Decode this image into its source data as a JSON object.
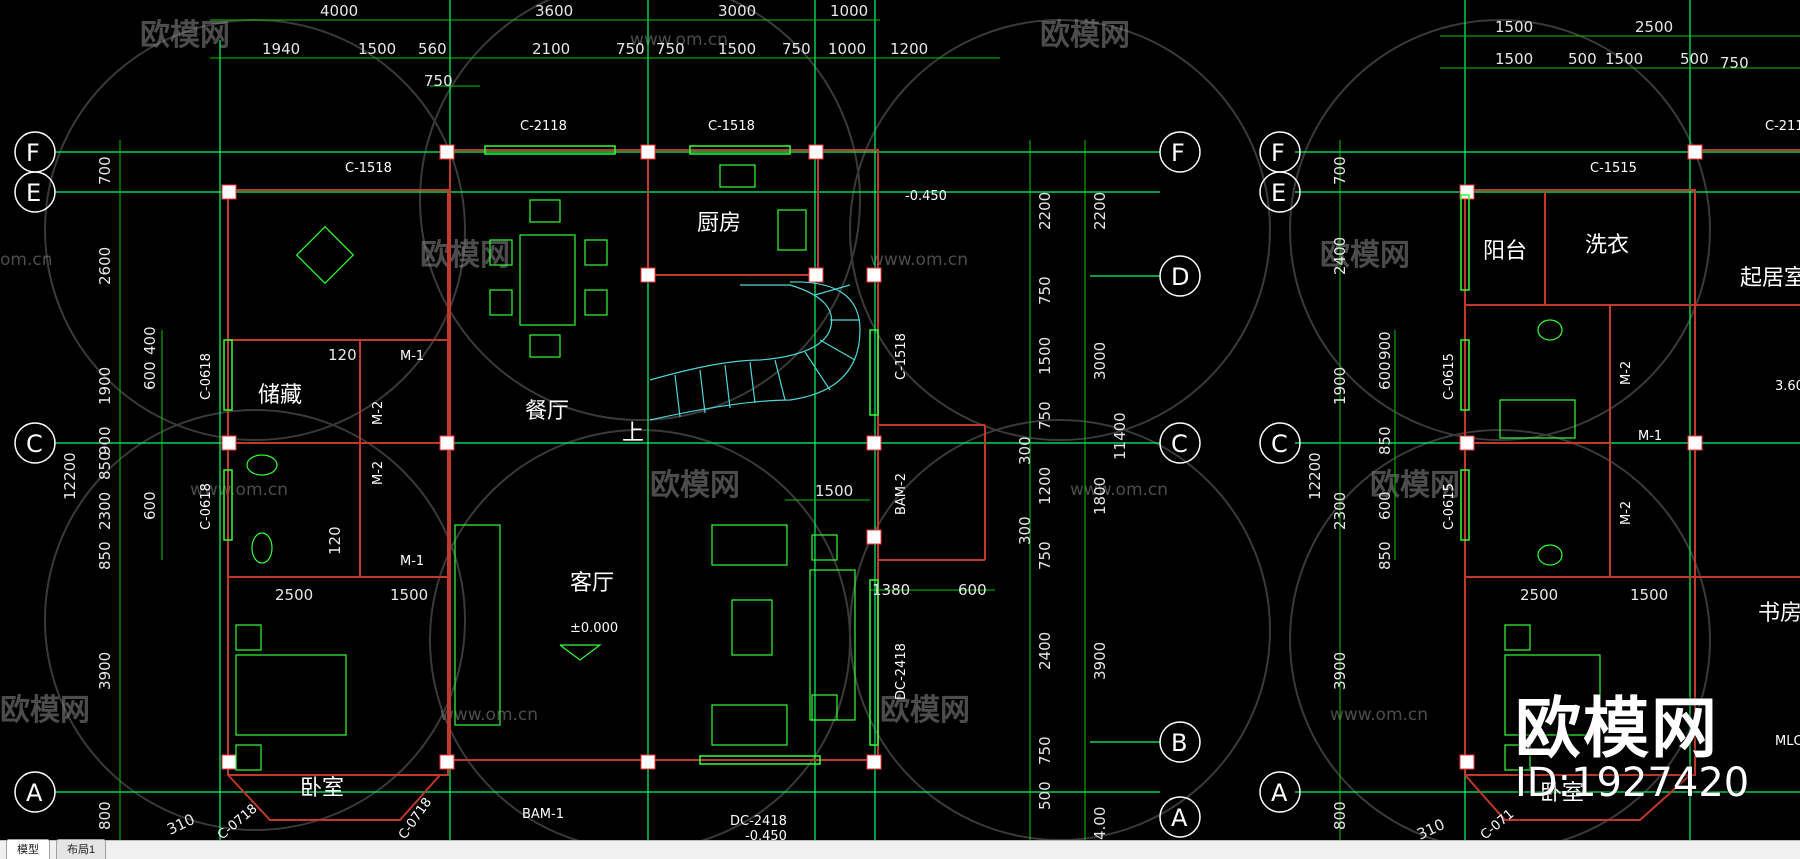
{
  "colors": {
    "wall": "#c0392b",
    "dim": "#00c800",
    "furniture": "#33ff33",
    "stair": "#4fd6d6",
    "axis": "#00ff66",
    "column": "#ffffff"
  },
  "grid_axes": {
    "left": [
      "F",
      "E",
      "D",
      "C",
      "B",
      "A",
      "A"
    ],
    "right": [
      "F",
      "E",
      "C",
      "A"
    ]
  },
  "top_dims": {
    "row1": [
      "4000",
      "3600",
      "3000",
      "1000"
    ],
    "row2": [
      "1940",
      "1500",
      "560",
      "2100",
      "750",
      "750",
      "1500",
      "750",
      "1000",
      "1200"
    ],
    "row3": [
      "750"
    ],
    "right_row1": [
      "1500",
      "2500"
    ],
    "right_row2": [
      "1500",
      "500",
      "1500",
      "500",
      "750"
    ]
  },
  "left_dims": {
    "outer": [
      "700",
      "2600",
      "1900",
      "900",
      "850",
      "2300",
      "850",
      "3900",
      "800"
    ],
    "total": "12200",
    "inner": [
      "400",
      "600",
      "600"
    ]
  },
  "right_dims": {
    "a": [
      "2200",
      "750",
      "1500",
      "750",
      "1200",
      "750",
      "2400",
      "750",
      "500"
    ],
    "b": [
      "2200",
      "3000",
      "1800",
      "3900",
      "4.00"
    ],
    "total": "11400",
    "misc": [
      "300",
      "300",
      "1500",
      "1380",
      "600"
    ]
  },
  "openings": [
    "C-2118",
    "C-1518",
    "C-1518",
    "C-1518",
    "C-0618",
    "C-0618",
    "M-1",
    "M-1",
    "M-2",
    "M-2",
    "BAM-2",
    "BAM-1",
    "DC-2418",
    "DC-2418",
    "C-0718",
    "C-0718"
  ],
  "rooms": {
    "storage": "储藏",
    "kitchen": "厨房",
    "dining": "餐厅",
    "living": "客厅",
    "bedroom": "卧室",
    "up": "上"
  },
  "levels": {
    "l1": "-0.450",
    "l2": "±0.000",
    "l3": "-0.450"
  },
  "small_dims": [
    "120",
    "120",
    "2500",
    "1500",
    "310"
  ],
  "right_plan": {
    "openings": [
      "C-1515",
      "C-0615",
      "C-0615",
      "M-1",
      "M-2",
      "M-2",
      "C-211",
      "C-071"
    ],
    "rooms": {
      "balcony": "阳台",
      "laundry": "洗衣",
      "living": "起居室",
      "study": "书房",
      "bed": "卧室"
    },
    "dims": [
      "2500",
      "1500",
      "12200",
      "3900",
      "800",
      "2400",
      "1900",
      "600",
      "900",
      "850",
      "2300",
      "850",
      "600",
      "700",
      "310"
    ],
    "level": "3.60",
    "misc": "MLC"
  },
  "watermarks": {
    "brand": "欧模网",
    "url": "www.om.cn",
    "url_short": "om.cn"
  },
  "brand": {
    "name": "欧模网",
    "id": "ID:1927420"
  },
  "tabs": [
    "模型",
    "布局1"
  ]
}
